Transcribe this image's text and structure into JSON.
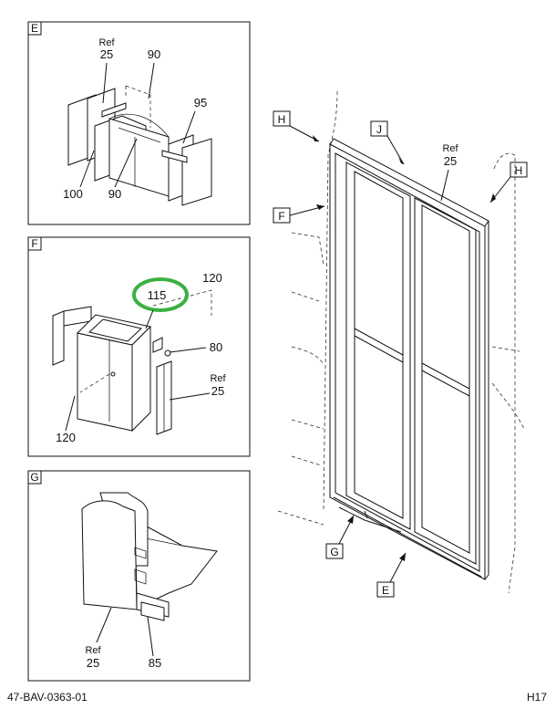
{
  "panels": {
    "E": {
      "letter": "E",
      "labels": {
        "ref_top": "Ref",
        "ref_top_num": "25",
        "n90_top": "90",
        "n95": "95",
        "n100": "100",
        "n90_bottom": "90"
      }
    },
    "F": {
      "letter": "F",
      "labels": {
        "n115": "115",
        "n120_top": "120",
        "n80": "80",
        "ref": "Ref",
        "ref_num": "25",
        "n120_bottom": "120"
      }
    },
    "G": {
      "letter": "G",
      "labels": {
        "ref": "Ref",
        "ref_num": "25",
        "n85": "85"
      }
    }
  },
  "main_view": {
    "tags": {
      "H_left": "H",
      "H_right": "H",
      "J": "J",
      "F": "F",
      "G": "G",
      "E": "E"
    },
    "ref": "Ref",
    "ref_num": "25"
  },
  "highlight": {
    "target": "115",
    "color": "#3cb043"
  },
  "footer": {
    "left": "47-BAV-0363-01",
    "right": "H17"
  }
}
